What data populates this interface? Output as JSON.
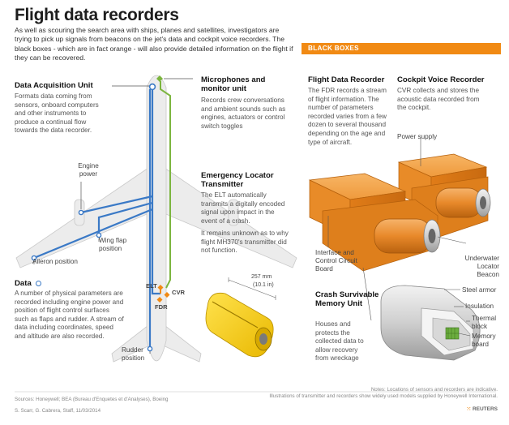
{
  "title": "Flight data recorders",
  "intro": "As well as scouring the search area with ships, planes and satellites, investigators are trying to pick up signals from beacons on the jet's data and cockpit voice recorders. The black boxes - which are in fact orange - will also provide detailed information on the flight if they can be recovered.",
  "daq": {
    "heading": "Data Acquisition Unit",
    "text": "Formats data coming from sensors, onboard computers and other instruments to produce a continual flow towards the data recorder."
  },
  "data_section": {
    "heading": "Data",
    "text": "A number of physical parameters are recorded including engine power and position of flight control surfaces such as flaps and rudder. A stream of data including coordinates, speed and altitude are also recorded."
  },
  "microphones": {
    "heading": "Microphones and monitor unit",
    "text": "Records crew conversations and ambient sounds such as engines, actuators or control switch toggles"
  },
  "elt": {
    "heading": "Emergency Locator Transmitter",
    "text": "The ELT automatically transmits a digitally encoded signal upon impact in the event of a crash.",
    "text2": "It remains unknown as to why flight MH370's transmitter did not function.",
    "dimension_mm": "257 mm",
    "dimension_in": "(10.1 in)"
  },
  "plane_labels": {
    "engine_power": "Engine power",
    "wing_flap": "Wing flap position",
    "aileron": "Aileron position",
    "rudder": "Rudder position",
    "elt": "ELT",
    "fdr": "FDR",
    "cvr": "CVR"
  },
  "black_boxes": {
    "banner": "BLACK BOXES",
    "fdr_heading": "Flight Data Recorder",
    "fdr_text": "The FDR records a stream of flight information. The number of parameters recorded varies from a few dozen to several thousand depending on the age and type of aircraft.",
    "cvr_heading": "Cockpit Voice Recorder",
    "cvr_text": "CVR collects and stores the acoustic data recorded from the cockpit.",
    "power_supply": "Power supply",
    "interface": "Interface and Control Circuit Board",
    "beacon": "Underwater Locator Beacon",
    "csmu_heading": "Crash Survivable Memory Unit",
    "csmu_text": "Houses and protects the collected data to allow recovery from wreckage",
    "steel_armor": "Steel armor",
    "insulation": "Insulation",
    "thermal_block": "Thermal block",
    "memory_board": "Memory board"
  },
  "footer": {
    "notes": "Notes: Locations of sensors and recorders are indicative.",
    "illustrations": "Illustrations of transmitter and recorders show widely used models supplied by Honeywell International.",
    "sources": "Sources: Honeywell; BEA (Bureau d'Enquetes et d'Analyses), Boeing",
    "credit": "S. Scarr, G. Cabrera, Staff, 11/03/2014",
    "logo": "REUTERS"
  },
  "colors": {
    "accent_orange": "#f18a14",
    "line_blue": "#3a79c6",
    "mic_green": "#7cb53f",
    "recorder_orange": "#f0902b",
    "plane_grey": "#e9e9e9"
  }
}
